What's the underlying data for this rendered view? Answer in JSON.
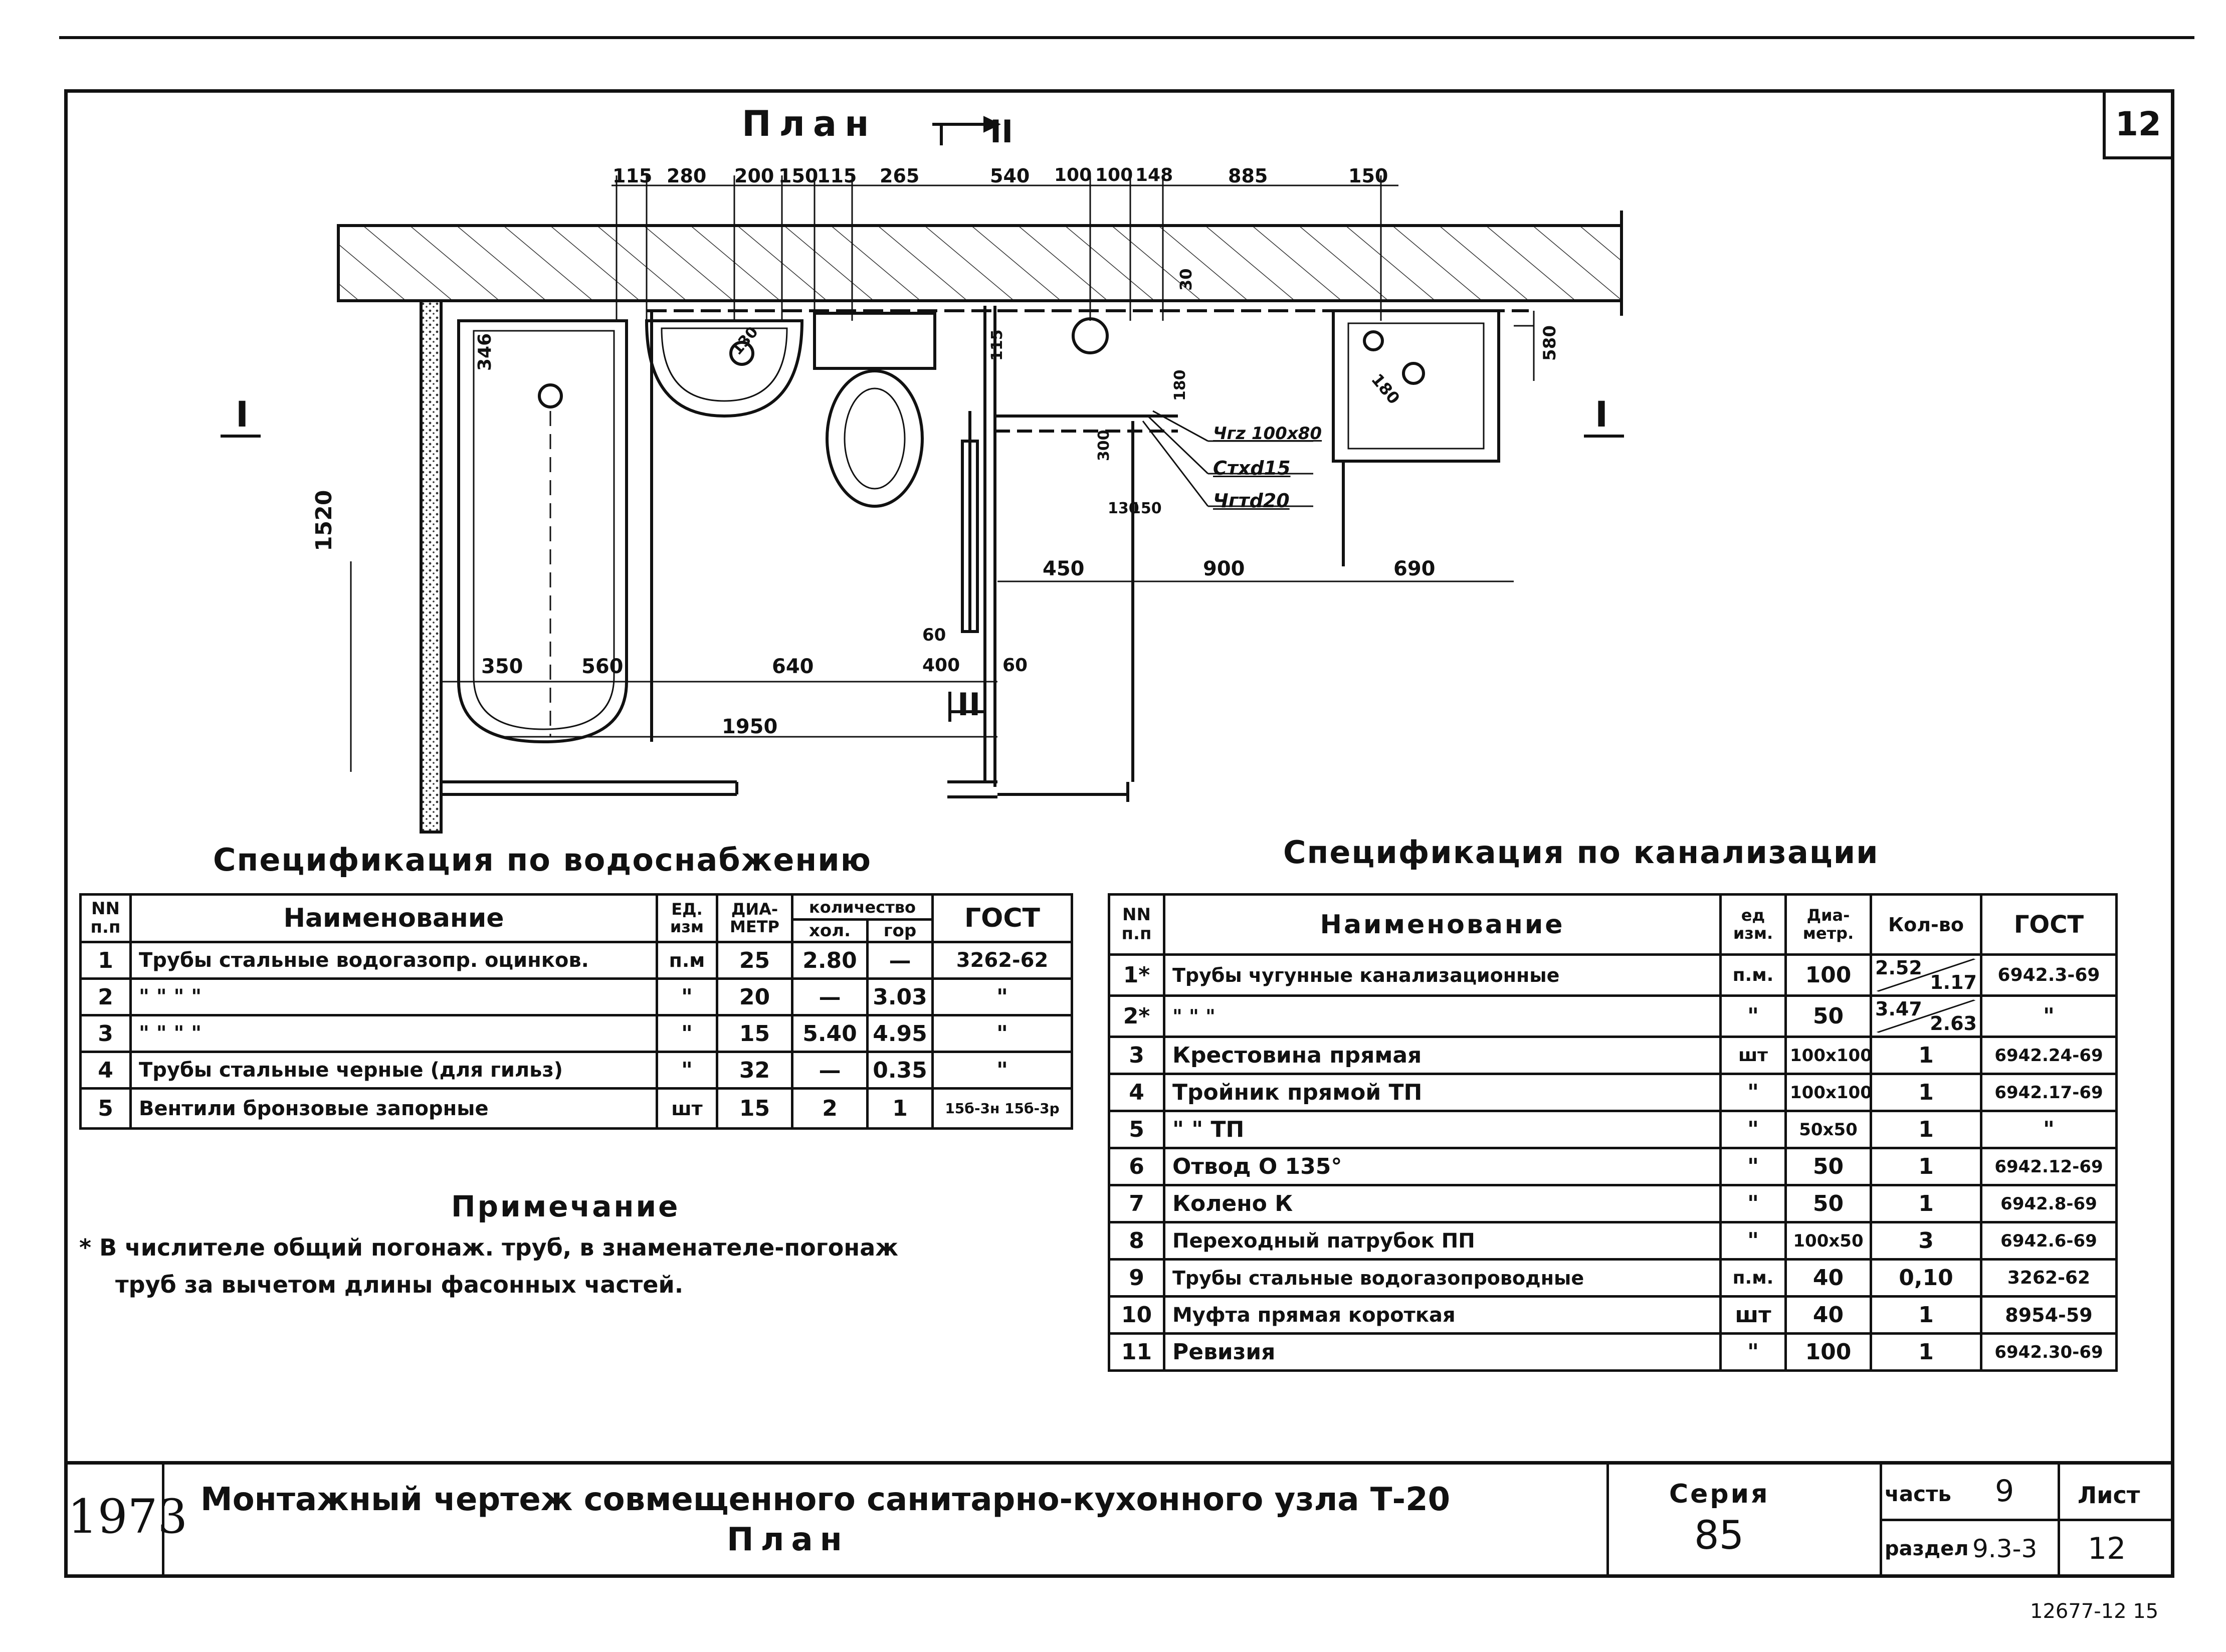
{
  "sheet": {
    "number": "12",
    "footer_code": "12677-12   15"
  },
  "plan": {
    "title": "План",
    "section_mark_top": "II",
    "section_mark_bottom": "II",
    "section_left": "I",
    "section_right": "I",
    "top_dims": [
      "115",
      "280",
      "200",
      "150",
      "115",
      "265",
      "540",
      "100",
      "100",
      "148",
      "885",
      "150"
    ],
    "dim_1520": "1520",
    "dim_346": "346",
    "dim_180": "180",
    "dim_130": "130",
    "dim_580": "580",
    "dim_30": "30",
    "dim_180b": "180",
    "dim_300": "300",
    "dim_115": "115",
    "dim_150": "150",
    "dim_130b": "130",
    "dim_row_right": [
      "450",
      "900",
      "690"
    ],
    "dim_row_bottom": [
      "350",
      "560",
      "640",
      "60",
      "400",
      "60"
    ],
    "dim_1950": "1950",
    "pipe_labels": [
      "Чгz 100х80",
      "Стхd15",
      "Чгтd20"
    ]
  },
  "water_spec": {
    "title": "Спецификация по водоснабжению",
    "headers": {
      "num": "NN п.п",
      "name": "Наименование",
      "unit": "ЕД. изм",
      "diam": "ДИА- МЕТР",
      "qty": "количество",
      "cold": "хол.",
      "hot": "гор",
      "gost": "ГОСТ"
    },
    "rows": [
      {
        "n": "1",
        "name": "Трубы стальные водогазопр. оцинков.",
        "unit": "п.м",
        "diam": "25",
        "cold": "2.80",
        "hot": "—",
        "gost": "3262-62"
      },
      {
        "n": "2",
        "name": "\"        \"        \"        \"",
        "unit": "\"",
        "diam": "20",
        "cold": "—",
        "hot": "3.03",
        "gost": "\""
      },
      {
        "n": "3",
        "name": "\"        \"        \"        \"",
        "unit": "\"",
        "diam": "15",
        "cold": "5.40",
        "hot": "4.95",
        "gost": "\""
      },
      {
        "n": "4",
        "name": "Трубы стальные черные (для гильз)",
        "unit": "\"",
        "diam": "32",
        "cold": "—",
        "hot": "0.35",
        "gost": "\""
      },
      {
        "n": "5",
        "name": "Вентили бронзовые запорные",
        "unit": "шт",
        "diam": "15",
        "cold": "2",
        "hot": "1",
        "gost": "15б-3н 15б-3р"
      }
    ]
  },
  "note": {
    "title": "Примечание",
    "line1": "* В числителе общий погонаж. труб, в знаменателе-погонаж",
    "line2": "труб за вычетом длины фасонных частей."
  },
  "sewer_spec": {
    "title": "Спецификация по канализации",
    "headers": {
      "num": "NN п.п",
      "name": "Наименование",
      "unit": "ед изм.",
      "diam": "Диа- метр.",
      "qty": "Кол-во",
      "gost": "ГОСТ"
    },
    "rows": [
      {
        "n": "1*",
        "name": "Трубы чугунные канализационные",
        "unit": "п.м.",
        "diam": "100",
        "qty": "",
        "qty_num": "2.52",
        "qty_den": "1.17",
        "gost": "6942.3-69"
      },
      {
        "n": "2*",
        "name": "\"          \"          \"",
        "unit": "\"",
        "diam": "50",
        "qty": "",
        "qty_num": "3.47",
        "qty_den": "2.63",
        "gost": "\""
      },
      {
        "n": "3",
        "name": "Крестовина прямая",
        "unit": "шт",
        "diam": "100х100",
        "qty": "1",
        "gost": "6942.24-69"
      },
      {
        "n": "4",
        "name": "Тройник прямой ТП",
        "unit": "\"",
        "diam": "100х100",
        "qty": "1",
        "gost": "6942.17-69"
      },
      {
        "n": "5",
        "name": "\"        \"        ТП",
        "unit": "\"",
        "diam": "50х50",
        "qty": "1",
        "gost": "\""
      },
      {
        "n": "6",
        "name": "Отвод О 135°",
        "unit": "\"",
        "diam": "50",
        "qty": "1",
        "gost": "6942.12-69"
      },
      {
        "n": "7",
        "name": "Колено К",
        "unit": "\"",
        "diam": "50",
        "qty": "1",
        "gost": "6942.8-69"
      },
      {
        "n": "8",
        "name": "Переходный патрубок ПП",
        "unit": "\"",
        "diam": "100х50",
        "qty": "3",
        "gost": "6942.6-69"
      },
      {
        "n": "9",
        "name": "Трубы стальные водогазопроводные",
        "unit": "п.м.",
        "diam": "40",
        "qty": "0,10",
        "gost": "3262-62"
      },
      {
        "n": "10",
        "name": "Муфта прямая короткая",
        "unit": "шт",
        "diam": "40",
        "qty": "1",
        "gost": "8954-59"
      },
      {
        "n": "11",
        "name": "Ревизия",
        "unit": "\"",
        "diam": "100",
        "qty": "1",
        "gost": "6942.30-69"
      }
    ]
  },
  "title_block": {
    "year": "1973",
    "title_line1": "Монтажный чертеж совмещенного санитарно-кухонного узла Т-20",
    "title_line2": "План",
    "series_label": "Серия",
    "series_value": "85",
    "part_label": "часть",
    "part_value": "9",
    "section_label": "раздел",
    "section_value": "9.3-3",
    "sheet_label": "Лист",
    "sheet_value": "12"
  }
}
